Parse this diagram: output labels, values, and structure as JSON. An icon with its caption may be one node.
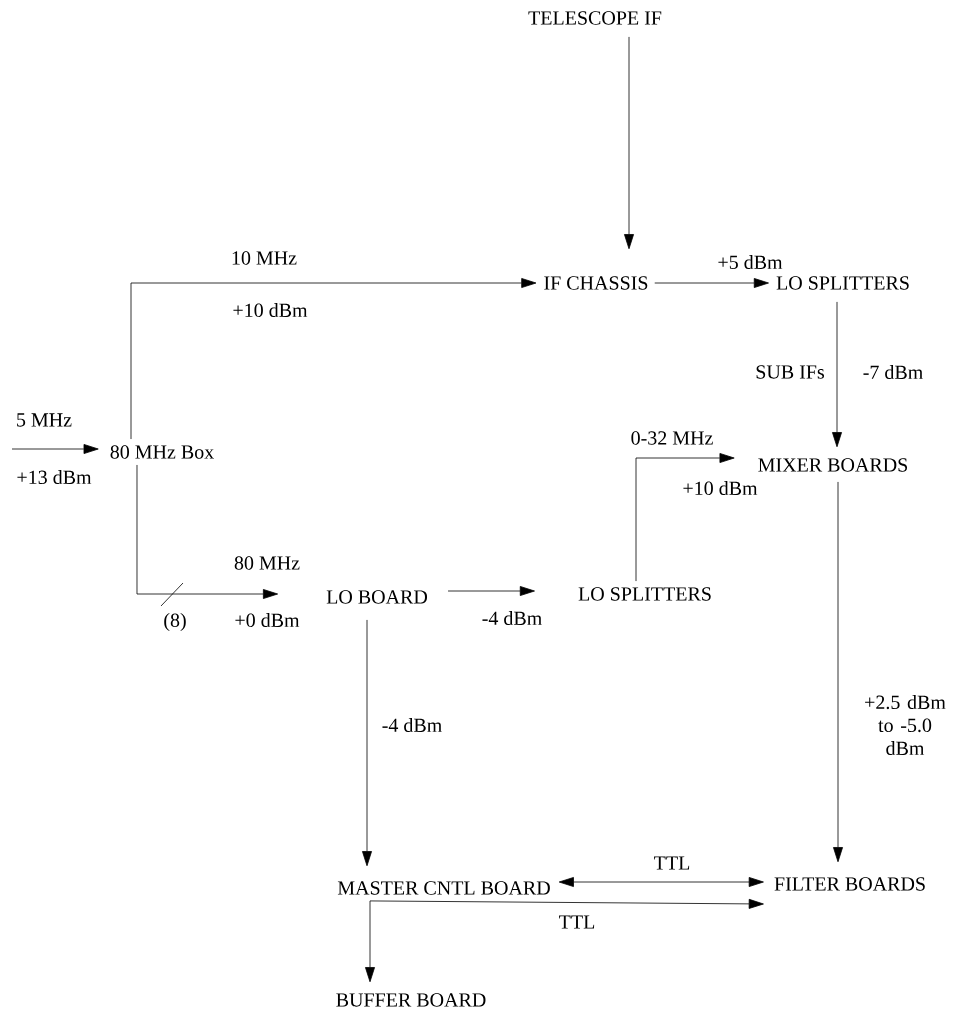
{
  "diagram": {
    "nodes": [
      {
        "text": [
          "TELESCOPE IF"
        ]
      },
      {
        "text": [
          "IF CHASSIS"
        ]
      },
      {
        "text": [
          "LO SPLITTERS"
        ]
      },
      {
        "text": [
          "80 MHz Box"
        ]
      },
      {
        "text": [
          "MIXER BOARDS"
        ]
      },
      {
        "text": [
          "LO BOARD"
        ]
      },
      {
        "text": [
          "LO SPLITTERS"
        ]
      },
      {
        "text": [
          "MASTER CNTL BOARD"
        ]
      },
      {
        "text": [
          "FILTER BOARDS"
        ]
      },
      {
        "text": [
          "BUFFER BOARD"
        ]
      }
    ],
    "edges": [
      {
        "from": 0,
        "to": 1,
        "arrow": "to"
      },
      {
        "from": null,
        "to": 3,
        "arrow": "to",
        "label": "5 MHz"
      },
      {
        "from": 3,
        "to": 1,
        "arrow": "to",
        "label": "10 MHz"
      },
      {
        "from": 1,
        "to": 2,
        "arrow": "to",
        "label": "+5 dBm"
      },
      {
        "from": 2,
        "to": 4,
        "arrow": "to",
        "label": "-7 dBm"
      },
      {
        "from": 3,
        "to": 5,
        "arrow": "to",
        "label": "80 MHz"
      },
      {
        "from": 5,
        "to": 6,
        "arrow": "to",
        "label": "-4 dBm"
      },
      {
        "from": 6,
        "to": 4,
        "arrow": "to",
        "label": "0-32 MHz"
      },
      {
        "from": 4,
        "to": 8,
        "arrow": "to",
        "label": "+2.5 dBm to -5.0 dBm"
      },
      {
        "from": 5,
        "to": 7,
        "arrow": "to",
        "label": "-4 dBm"
      },
      {
        "from": 7,
        "to": 8,
        "arrow": "both",
        "label": "TTL"
      },
      {
        "from": 7,
        "to": 8,
        "arrow": "to",
        "label": "TTL"
      },
      {
        "from": 7,
        "to": 9,
        "arrow": "to"
      }
    ],
    "labels": [
      "+10 dBm",
      "SUB IFs",
      "+13 dBm",
      "+10 dBm",
      "(8)",
      "+0 dBm"
    ]
  }
}
